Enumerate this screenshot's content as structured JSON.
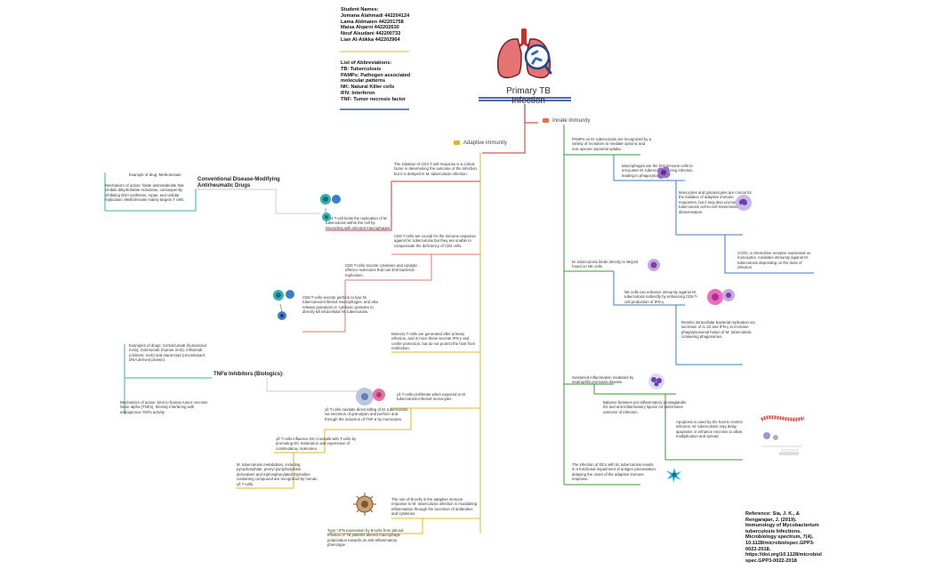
{
  "header": {
    "students_title": "Student Names:",
    "students": [
      "Jomana Alahmadi 442204124",
      "Lama Aldmaien 442201758",
      "Maisa Alqarni 442202630",
      "Nouf Alsudani 442200733",
      "Lian Al-Abkka 442202964"
    ],
    "abbrev_title": "List of Abbreviations:",
    "abbrevs": [
      "TB: Tuberculosis",
      "PAMPs: Pathogen associated",
      "molecular patterns",
      "NK: Natural Killer cells",
      "IFN: Interferon",
      "TNF: Tumor necrosis factor"
    ]
  },
  "central": {
    "title": "Primary TB Infection"
  },
  "innate": {
    "label": "Innate immunity",
    "nodes": [
      "PAMPs on M. tuberculosis are recognized by a variety of receptors to mediate opsonic and non-opsonic bacterial uptake.",
      "Macrophages are the first immune cells to encounter M. tuberculosis during infection, leading to phagocytosis.",
      "Monocytes and granulocytes are crucial for the initiation of adaptive immune responses, but it may also promote M. tuberculosis cell-to-cell transmission and dissemination.",
      "CCR2, a chemokine receptor expressed on monocytes, mediates immunity against M. tuberculosis depending on the dose of infection.",
      "M. tuberculosis binds directly to NKp44 found on NK cells.",
      "NK cells can enhance immunity against M. tuberculosis indirectly by enhancing CD8 T-cell production of IFN-γ.",
      "Restrict intracellular bacterial replication via secretion of IL-22 and IFN-γ to increase phagolysosomal fusion of M. tuberculosis containing phagosomes.",
      "Sustained inflammation mediated by neutrophils promotes disease.",
      "Balance between pro-inflammatory prostaglandin E2 and anti-inflammatory lipoxin A4 determines outcome of infection.",
      "Apoptosis is used by the host to restrict infection. M. tuberculosis may delay apoptosis or enhance necrosis to allow multiplication and spread.",
      "The infection of DCs with M. tuberculosis results in a functional impairment of antigen presentation, delaying the onset of the adaptive immune response."
    ]
  },
  "adaptive": {
    "label": "Adaptive immunity",
    "nodes": [
      "The initiation of CD4 T-cell response is a critical factor in determining the outcome of the infection, but it is delayed in M. tuberculosis infection.",
      "CD4 T-cell limits the replication of M. tuberculosis within the cell by interacting with infected macrophages.",
      "CD8 T-cells are crucial for the immune response against M. tuberculosis but they are unable to compensate the deficiency of CD4 cells.",
      "CD8 T-cells secrete cytokines and cytolytic effector molecules that can limit bacterial replication.",
      "CD8 T-cells secrete perforin to lyse M. tuberculosis-infected macrophages, and also release granulysin in cytotoxic granules to directly kill intracellular M. tuberculosis.",
      "Memory T-cells are generated after primary infection, and in mice these secrete IFN-γ and confer protection, but do not protect the host from reinfection.",
      "γδ T-cells proliferate when exposed to M. tuberculosis-infected monocytes.",
      "γδ T-cells mediate direct killing of M. tuberculosis via secretion of granulysin and perforin and through the induction of TNF-α by monocytes.",
      "γδ T-cells influence DC crosstalk with T-cells by promoting DC maturation and expression of costimulatory molecules.",
      "M. tuberculosis metabolites, including pyrophosphate, prenyl pyrophosphate derivatives and triphosphorylated thymidine containing compound are recognized by human γδ T-cells.",
      "The role of B-cells in the adaptive immune response to M. tuberculosis infection is modulating inflammation through the secretion of antibodies and cytokines.",
      "Type I IFN expression by B-cells from pleural effusion of TB patients altered macrophage polarization towards an anti-inflammatory phenotype."
    ]
  },
  "side": {
    "dmard_title": "Conventional Disease-Modifying Antirheumatic Drugs",
    "dmard_example": "Example of drug: Methotrexate",
    "dmard_mechanism": "Mechanism of action: folate antimetabolite that inhibits dihydrofolate reductase, consequently inhibiting DNA synthesis, repair, and cellular replication. Methotrexate mainly targets T cells.",
    "tnf_title": "TNFα Inhibitors (Biologics):",
    "tnf_examples": "Examples of drugs: Certolizumab (humanized mAb), Golimumab (human mAb), Infliximab (chimeric mAb) and etanercept (recombinant DNA derived protein).",
    "tnf_mechanism": "Mechanism of action: bind to human tumor necrosis factor alpha (TNFα), thereby interfering with endogenous TNFα activity."
  },
  "reference": {
    "lines": [
      "Reference: Sia, J. K., &",
      "Rengarajan, J. (2019).",
      "Immunology of Mycobacterium",
      "tuberculosis Infections.",
      "Microbiology spectrum, 7(4),",
      "10.1128/microbiolspec.GPP3-",
      "0022-2018.",
      "https://doi.org/10.1128/microbiol",
      "spec.GPP3-0022-2018"
    ]
  },
  "colors": {
    "innate": "#3a9a3a",
    "adaptive": "#e0b820",
    "root": "#d9534f",
    "blue": "#3a7dc9",
    "purple": "#9b4fc9",
    "teal": "#2fb5a8"
  }
}
